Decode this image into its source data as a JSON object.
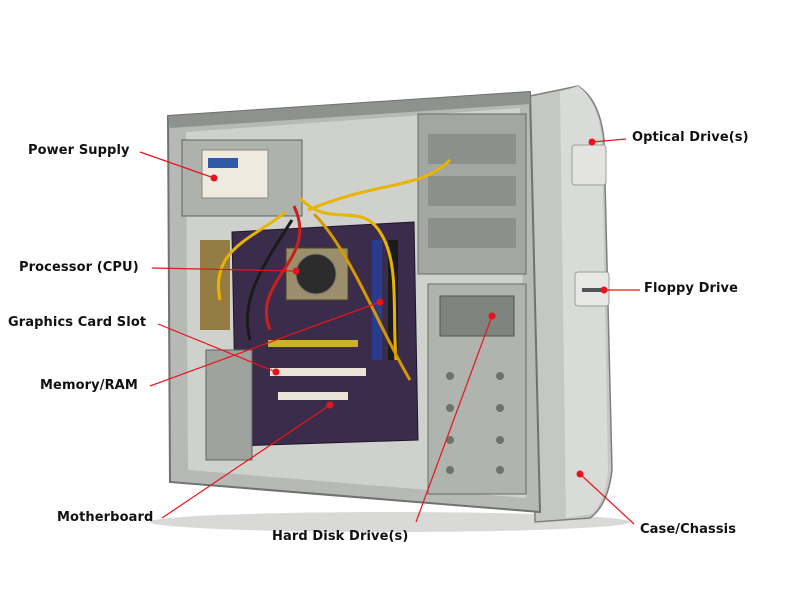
{
  "labels": {
    "power_supply": "Power Supply",
    "processor": "Processor (CPU)",
    "graphics_card_slot": "Graphics Card Slot",
    "memory_ram": "Memory/RAM",
    "motherboard": "Motherboard",
    "hard_disk": "Hard Disk Drive(s)",
    "optical_drive": "Optical Drive(s)",
    "floppy_drive": "Floppy Drive",
    "case_chassis": "Case/Chassis"
  },
  "colors": {
    "leader_line": "#e8141b",
    "marker": "#e8141b",
    "label_text": "#111111",
    "chassis": "#c9ccc8",
    "chassis_shadow": "#8e928e",
    "board": "#3a2a4a",
    "wire_yellow": "#e8b400",
    "wire_red": "#c8211b"
  },
  "icons": {
    "marker": "red-dot-marker"
  }
}
